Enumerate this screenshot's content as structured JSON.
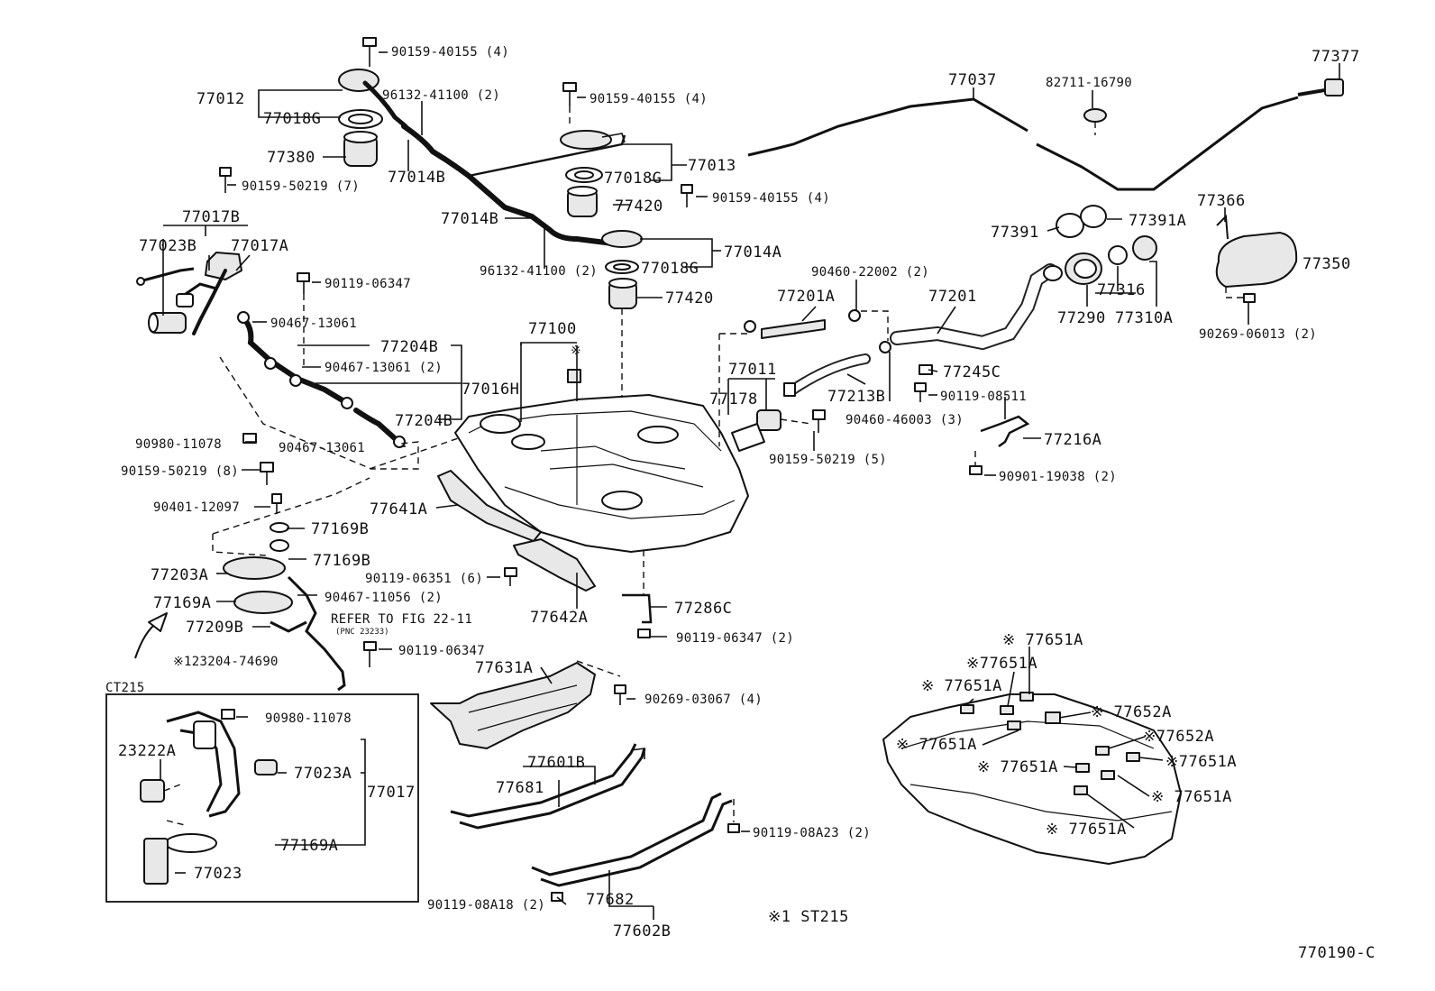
{
  "diagram_code": "770190-C",
  "footnote": "※1 ST215",
  "inset_title": "CT215",
  "refer_note": "REFER TO FIG 22-11",
  "refer_pnc": "(PNC 23233)",
  "labels": {
    "l90159_40155_4a": "90159-40155 (4)",
    "l77012": "77012",
    "l77018g_a": "77018G",
    "l77380": "77380",
    "l96132_41100_2a": "96132-41100 (2)",
    "l77014b_a": "77014B",
    "l90159_40155_4b": "90159-40155 (4)",
    "l77018g_b": "77018G",
    "l77013": "77013",
    "l77420_a": "77420",
    "l90159_40155_4c": "90159-40155 (4)",
    "l77014b_b": "77014B",
    "l96132_41100_2b": "96132-41100 (2)",
    "l77014a": "77014A",
    "l77018g_c": "77018G",
    "l77420_b": "77420",
    "l90159_50219_7": "90159-50219 (7)",
    "l77017b": "77017B",
    "l77023b": "77023B",
    "l77017a": "77017A",
    "l90119_06347a": "90119-06347",
    "l90467_13061a": "90467-13061",
    "l77204b_a": "77204B",
    "l90467_13061_2": "90467-13061 (2)",
    "l77016h": "77016H",
    "l77204b_b": "77204B",
    "l90467_13061b": "90467-13061",
    "l90980_11078a": "90980-11078",
    "l90159_50219_8": "90159-50219 (8)",
    "l90401_12097": "90401-12097",
    "l77169b_a": "77169B",
    "l77169b_b": "77169B",
    "l77203a": "77203A",
    "l77169a_a": "77169A",
    "l90467_11056_2": "90467-11056 (2)",
    "l77209b": "77209B",
    "l90119_06347b": "90119-06347",
    "l23204_74690": "※123204-74690",
    "l77100": "77100",
    "l77100_mark": "※",
    "l77641a": "77641A",
    "l90119_06351_6": "90119-06351 (6)",
    "l77642a": "77642A",
    "l77286c": "77286C",
    "l90119_06347_2": "90119-06347 (2)",
    "l77631a": "77631A",
    "l90269_03067_4": "90269-03067 (4)",
    "l77601b": "77601B",
    "l77681": "77681",
    "l90119_08a23_2": "90119-08A23 (2)",
    "l90119_08a18_2": "90119-08A18 (2)",
    "l77682": "77682",
    "l77602b": "77602B",
    "l77037": "77037",
    "l82711_16790": "82711-16790",
    "l77377": "77377",
    "l77366": "77366",
    "l77391": "77391",
    "l77391a": "77391A",
    "l77350": "77350",
    "l77316": "77316",
    "l77290": "77290",
    "l77310a": "77310A",
    "l90269_06013_2": "90269-06013 (2)",
    "l90460_22002_2": "90460-22002 (2)",
    "l77201a": "77201A",
    "l77201": "77201",
    "l77245c": "77245C",
    "l77011": "77011",
    "l77178": "77178",
    "l77213b": "77213B",
    "l90119_08511": "90119-08511",
    "l90460_46003_3": "90460-46003 (3)",
    "l90159_50219_5": "90159-50219 (5)",
    "l77216a": "77216A",
    "l90901_19038_2": "90901-19038 (2)",
    "l90980_11078b": "90980-11078",
    "l23222a": "23222A",
    "l77023a": "77023A",
    "l77017": "77017",
    "l77169a_b": "77169A",
    "l77023": "77023",
    "p1": "※ 77651A",
    "p2": "※77651A",
    "p3": "※ 77651A",
    "p4": "※ 77652A",
    "p5": "※77652A",
    "p6": "※ 77651A",
    "p7": "※ 77651A",
    "p8": "※77651A",
    "p9": "※ 77651A",
    "p10": "※ 77651A"
  }
}
